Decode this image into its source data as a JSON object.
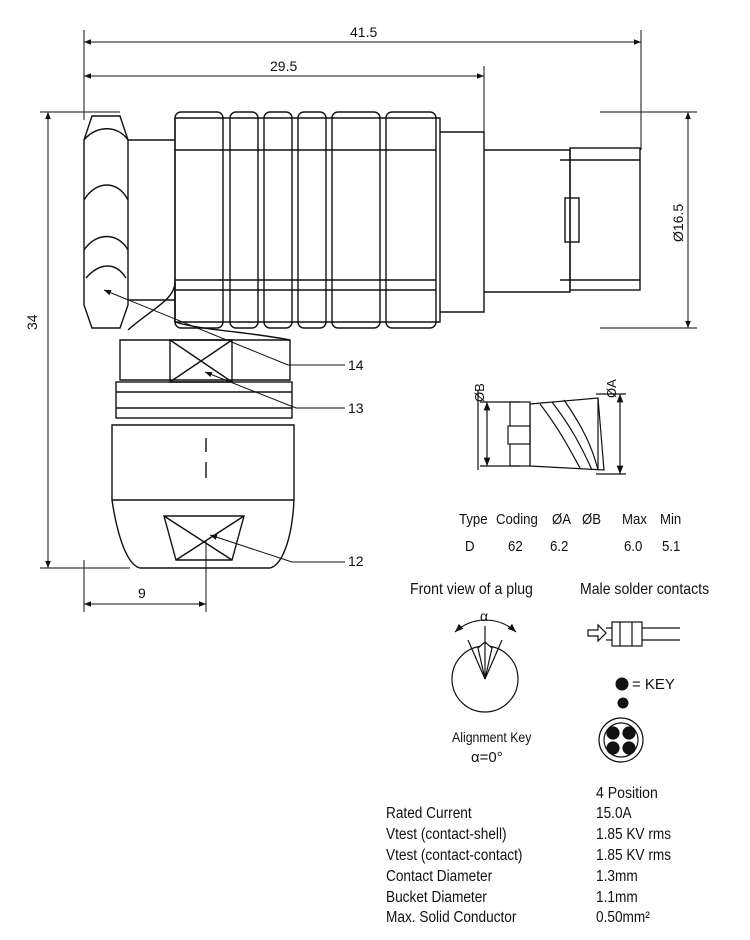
{
  "dimensions": {
    "overall_length": "41.5",
    "body_length": "29.5",
    "height": "34",
    "diameter": "Ø16.5",
    "offset": "9"
  },
  "callouts": [
    "14",
    "13",
    "12"
  ],
  "detail": {
    "dia_b": "ØB",
    "dia_a": "ØA"
  },
  "coding_table": {
    "headers": [
      "Type",
      "Coding",
      "ØA",
      "ØB",
      "Max",
      "Min"
    ],
    "row": [
      "D",
      "62",
      "6.2",
      "",
      "6.0",
      "5.1"
    ]
  },
  "front_view": {
    "title": "Front view of a plug",
    "angle_symbol": "α",
    "caption": "Alignment Key",
    "angle_value": "α=0°"
  },
  "contacts": {
    "title": "Male solder contacts",
    "key_label": "= KEY"
  },
  "specs": {
    "position_header": "4 Position",
    "rows": [
      {
        "label": "Rated Current",
        "value": "15.0A"
      },
      {
        "label": "Vtest (contact-shell)",
        "value": "1.85 KV rms"
      },
      {
        "label": "Vtest (contact-contact)",
        "value": "1.85 KV rms"
      },
      {
        "label": "Contact Diameter",
        "value": "1.3mm"
      },
      {
        "label": "Bucket Diameter",
        "value": "1.1mm"
      },
      {
        "label": "Max. Solid Conductor",
        "value": "0.50mm²"
      }
    ]
  }
}
